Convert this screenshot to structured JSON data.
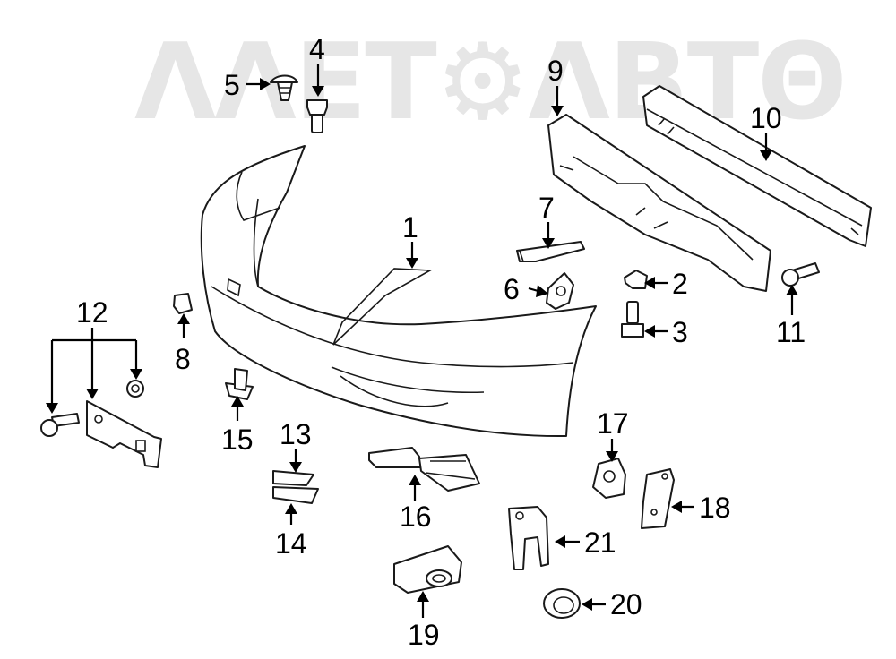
{
  "watermark": "ΛΛΕΤ⚙ΛΒΤΘ",
  "callouts": {
    "n1": "1",
    "n2": "2",
    "n3": "3",
    "n4": "4",
    "n5": "5",
    "n6": "6",
    "n7": "7",
    "n8": "8",
    "n9": "9",
    "n10": "10",
    "n11": "11",
    "n12": "12",
    "n13": "13",
    "n14": "14",
    "n15": "15",
    "n16": "16",
    "n17": "17",
    "n18": "18",
    "n19": "19",
    "n20": "20",
    "n21": "21"
  }
}
